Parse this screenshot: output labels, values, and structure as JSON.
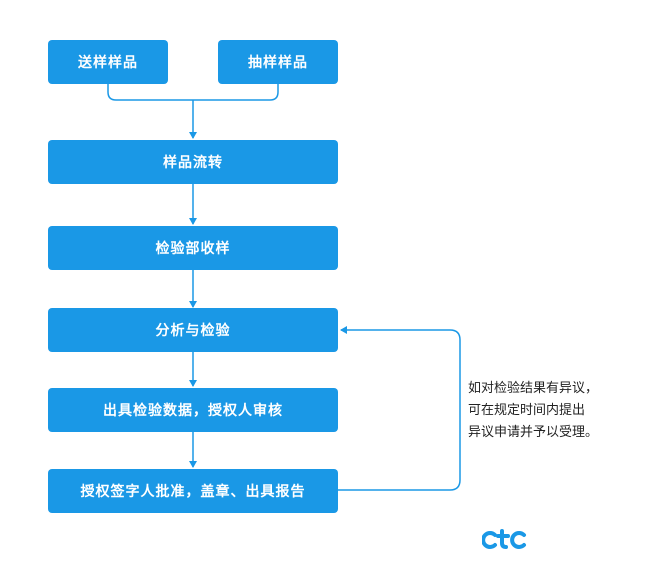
{
  "steps": {
    "send": "送样样品",
    "sample": "抽样样品",
    "flow": "样品流转",
    "receive": "检验部收样",
    "analysis": "分析与检验",
    "data": "出具检验数据，授权人审核",
    "report": "授权签字人批准，盖章、出具报告"
  },
  "note": {
    "line1": "如对检验结果有异议，",
    "line2": "可在规定时间内提出",
    "line3": "异议申请并予以受理。"
  },
  "logo": {
    "text": "ctc",
    "color": "#1a98e6"
  },
  "colors": {
    "box": "#1a98e6",
    "line": "#1a98e6"
  }
}
